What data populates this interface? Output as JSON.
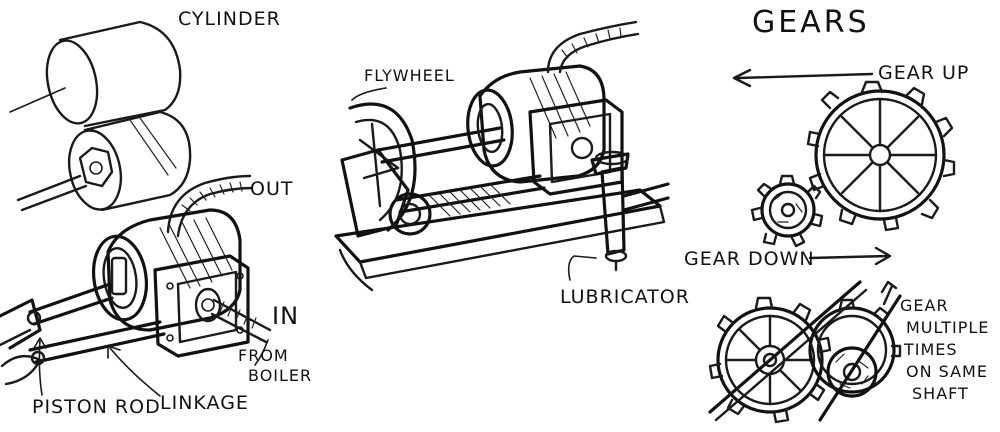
{
  "labels": {
    "cylinder": "CYLINDER",
    "out": "OUT",
    "in": "IN",
    "from_boiler_1": "FROM",
    "from_boiler_2": "BOILER",
    "piston_rod": "PISTON ROD",
    "linkage": "LINKAGE",
    "flywheel": "FLYWHEEL",
    "lubricator": "LUBRICATOR",
    "gears": "GEARS",
    "gear_up": "GEAR UP",
    "gear_down": "GEAR DOWN",
    "gear_multiple_1": "GEAR",
    "gear_multiple_2": "MULTIPLE",
    "gear_multiple_3": "TIMES",
    "gear_multiple_4": "ON SAME",
    "gear_multiple_5": "SHAFT"
  }
}
